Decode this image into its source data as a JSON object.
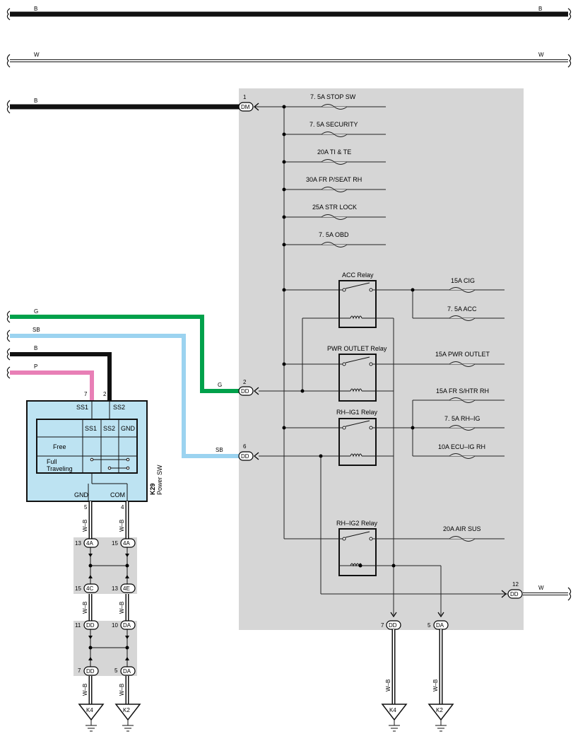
{
  "colors": {
    "black_wire": "#111111",
    "green_wire": "#00a14b",
    "skyblue_wire": "#9bd3f0",
    "pink_wire": "#e87fb6",
    "junction_block_fill": "#d6d6d6",
    "switch_fill": "#bde3f2"
  },
  "top_wires": {
    "b_left": "B",
    "b_right": "B",
    "w_left": "W",
    "w_right": "W"
  },
  "incoming_wires": {
    "b_main": "B",
    "g": "G",
    "sb": "SB",
    "b_switch": "B",
    "p": "P"
  },
  "connectors": {
    "dm": {
      "pin": "1",
      "name": "DM"
    },
    "dd2": {
      "pin": "2",
      "name": "DD",
      "wire": "G"
    },
    "dd6": {
      "pin": "6",
      "name": "DD",
      "wire": "SB"
    },
    "dd12": {
      "pin": "12",
      "name": "DD",
      "wire": "W"
    },
    "dd7_out": {
      "pin": "7",
      "name": "DD"
    },
    "da5_out": {
      "pin": "5",
      "name": "DA"
    }
  },
  "fuses": [
    "7. 5A STOP SW",
    "7. 5A SECURITY",
    "20A TI & TE",
    "30A FR P/SEAT RH",
    "25A STR LOCK",
    "7. 5A OBD"
  ],
  "relays": {
    "acc": "ACC Relay",
    "pwr_outlet": "PWR OUTLET Relay",
    "rh_ig1": "RH–IG1 Relay",
    "rh_ig2": "RH–IG2 Relay"
  },
  "relay_fuses": {
    "cig": "15A CIG",
    "acc": "7. 5A ACC",
    "pwr_outlet": "15A PWR OUTLET",
    "fr_shtr": "15A FR S/HTR RH",
    "rh_ig": "7. 5A RH–IG",
    "ecu_ig": "10A ECU–IG RH",
    "air_sus": "20A AIR SUS"
  },
  "power_switch": {
    "code": "K29",
    "name": "Power SW",
    "pin_ss1": "7",
    "pin_ss2": "2",
    "label_ss1": "SS1",
    "label_ss2": "SS2",
    "table_headers": [
      "SS1",
      "SS2",
      "GND"
    ],
    "row_free": "Free",
    "row_full_1": "Full",
    "row_full_2": "Traveling",
    "label_gnd": "GND",
    "label_com": "COM",
    "pin_gnd": "5",
    "pin_com": "4"
  },
  "left_harness": {
    "wire_color": "W–B",
    "c_13_4a": {
      "pin": "13",
      "name": "4A"
    },
    "c_15_4a": {
      "pin": "15",
      "name": "4A"
    },
    "c_15_4c": {
      "pin": "15",
      "name": "4C"
    },
    "c_13_4e": {
      "pin": "13",
      "name": "4E"
    },
    "c_11_dd": {
      "pin": "11",
      "name": "DD"
    },
    "c_10_da": {
      "pin": "10",
      "name": "DA"
    },
    "c_7_dd": {
      "pin": "7",
      "name": "DD"
    },
    "c_5_da": {
      "pin": "5",
      "name": "DA"
    }
  },
  "grounds": {
    "left_k4": "K4",
    "left_k2": "K2",
    "right_k4": "K4",
    "right_k2": "K2"
  }
}
